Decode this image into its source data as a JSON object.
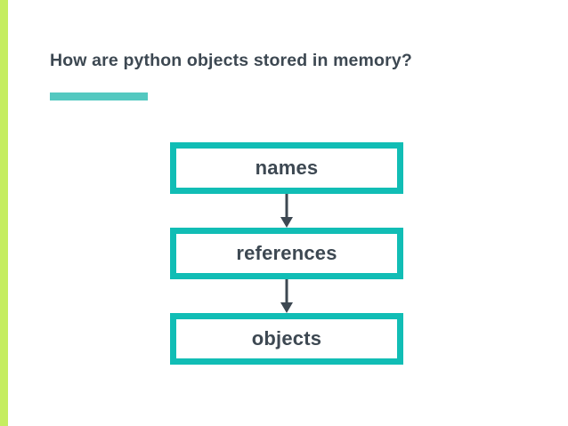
{
  "slide": {
    "title": "How are python objects stored in memory?",
    "accent_bar_color": "#53c8c0",
    "left_stripe_color": "#c5ed60",
    "background_color": "#ffffff",
    "text_color": "#3d4852"
  },
  "diagram": {
    "type": "flowchart",
    "orientation": "vertical",
    "box_border_color": "#11bdb5",
    "box_fill_color": "#ffffff",
    "arrow_color": "#3d4852",
    "nodes": [
      {
        "id": "names",
        "label": "names"
      },
      {
        "id": "references",
        "label": "references"
      },
      {
        "id": "objects",
        "label": "objects"
      }
    ],
    "edges": [
      {
        "from": "names",
        "to": "references",
        "arrow": "down-arrow-icon"
      },
      {
        "from": "references",
        "to": "objects",
        "arrow": "down-arrow-icon"
      }
    ]
  }
}
